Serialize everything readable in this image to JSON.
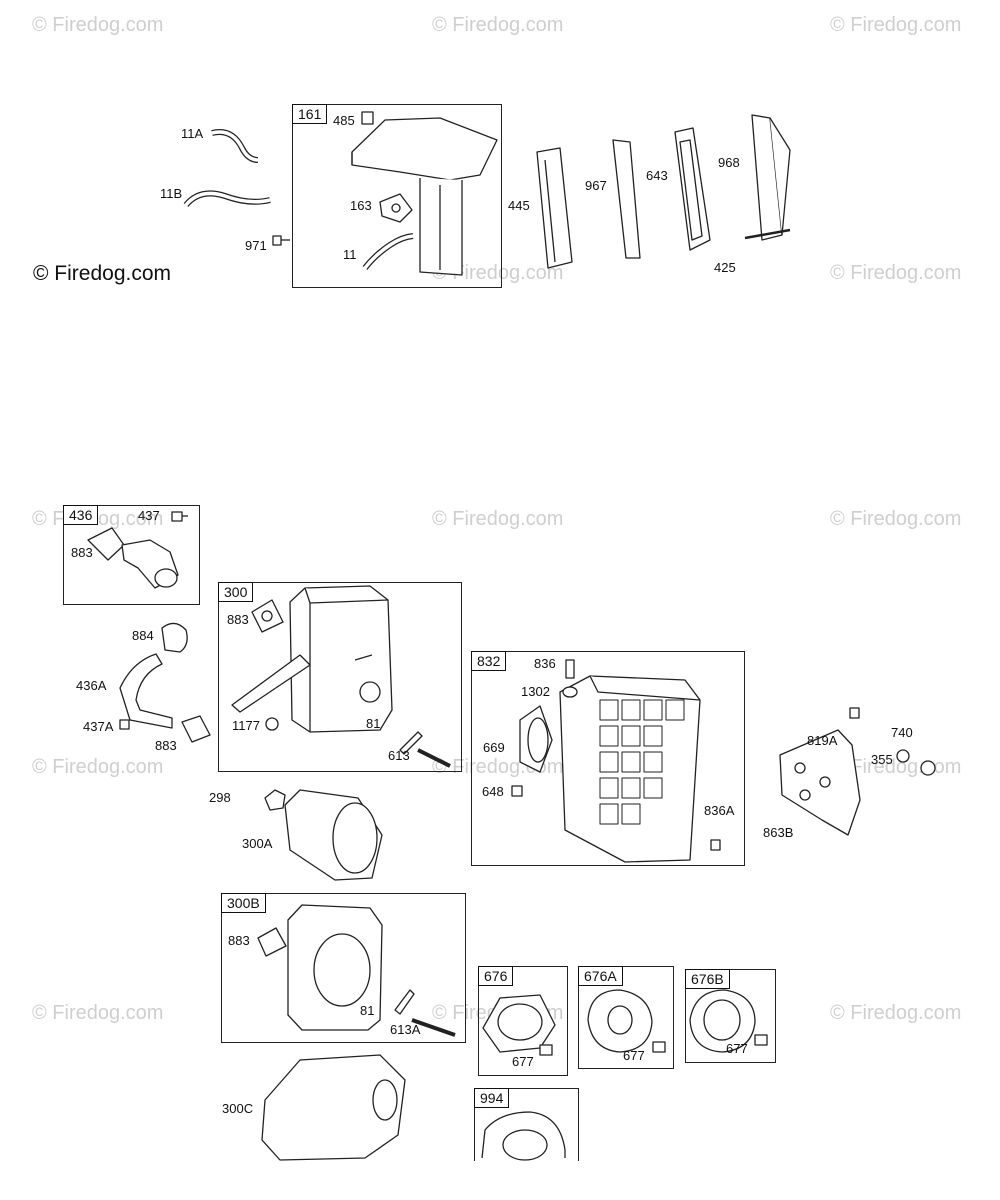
{
  "watermark": "© Firedog.com",
  "watermark_main": "© Firedog.com",
  "groups": {
    "g161": "161",
    "g436": "436",
    "g300": "300",
    "g832": "832",
    "g300b": "300B",
    "g676": "676",
    "g676a": "676A",
    "g676b": "676B",
    "g994": "994"
  },
  "labels": {
    "l11a": "11A",
    "l11b": "11B",
    "l971": "971",
    "l485": "485",
    "l163": "163",
    "l11": "11",
    "l445": "445",
    "l967": "967",
    "l643": "643",
    "l968": "968",
    "l425": "425",
    "l437": "437",
    "l883a": "883",
    "l884": "884",
    "l436a": "436A",
    "l437a": "437A",
    "l883b": "883",
    "l883c": "883",
    "l1177": "1177",
    "l81a": "81",
    "l613": "613",
    "l298": "298",
    "l300a": "300A",
    "l836": "836",
    "l1302": "1302",
    "l669": "669",
    "l648": "648",
    "l836a": "836A",
    "l819a": "819A",
    "l740": "740",
    "l355": "355",
    "l863b": "863B",
    "l883d": "883",
    "l81b": "81",
    "l613a": "613A",
    "l300c": "300C",
    "l677a": "677",
    "l677b": "677",
    "l677c": "677"
  }
}
